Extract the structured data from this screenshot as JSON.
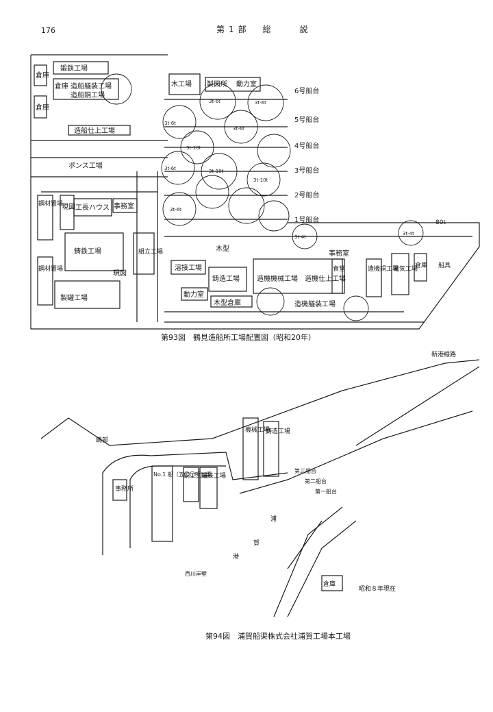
{
  "page": {
    "number": "176",
    "header": "第1部　総　　説"
  },
  "figure93": {
    "caption": "第93図　鶴見造船所工場配置図（昭和20年）",
    "labels": {
      "warehouse": "倉庫",
      "smithy": "鍛鉄工場",
      "outfit_store": "倉庫",
      "outfit_shop": "造船艤装工場",
      "copper_shop": "造船銅工場",
      "finish_shop": "造船仕上工場",
      "wood_shop": "木工場",
      "plan_room": "製図所",
      "power_room": "動力室",
      "pump_shop": "ポンス工場",
      "steel_yard": "鋼材置場",
      "gen_plan": "現図",
      "foreman": "工長ハウス",
      "office": "事務室",
      "casting": "鋳鉄工場",
      "gen_plan_small": "現図",
      "can_shop": "製罐工場",
      "assembly": "組立工場",
      "wood_model": "木型",
      "welding": "溶接工場",
      "foundry": "鋳造工場",
      "engine_shop": "造機機械工場",
      "engine_finish": "造機仕上工場",
      "canteen": "食堂",
      "engine_copper": "造機銅工場",
      "electric": "電気工場",
      "warehouse2": "倉庫",
      "boat": "船具",
      "power2": "動力室",
      "model_store": "木型倉庫",
      "engine_outfit": "造機艤装工場",
      "office2": "事務室",
      "scale": "80t"
    },
    "berths": [
      "6号船台",
      "5号船台",
      "4号船台",
      "3号船台",
      "2号船台",
      "1号船台"
    ],
    "crane_labels": [
      "3t-6t",
      "3t-6t",
      "3t-6t",
      "3t-10t",
      "3t-6t",
      "3t-6t",
      "3t-10t",
      "3t-10t",
      "3t-6t",
      "3t-4t",
      "3t-4t"
    ]
  },
  "figure94": {
    "caption": "第94図　浦賀船渠株式会社浦賀工場本工場",
    "labels": {
      "kamome": "鴎部",
      "rail": "新港線路",
      "dock": "No.1 船（五〇〇呎）渠",
      "machine": "機械工場",
      "casting": "鋳造工場",
      "copper": "銅工工場",
      "smithy": "鍛鉄工場",
      "bay1": "浦",
      "bay2": "賀",
      "bay3": "港",
      "slip1": "第一船台",
      "slip2": "第二船台",
      "slip3": "第三船台",
      "date": "昭和８年現在",
      "pier": "西川岸壁",
      "office": "事務所",
      "warehouse": "倉庫"
    }
  }
}
